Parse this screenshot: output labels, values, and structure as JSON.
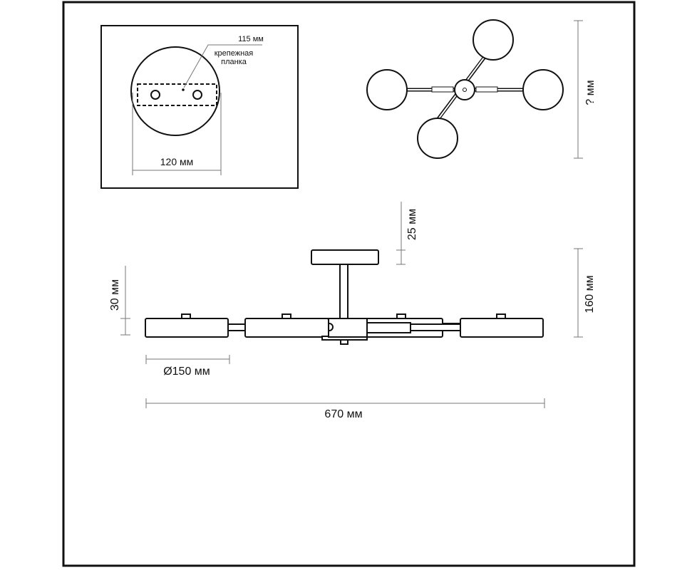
{
  "mount_plate": {
    "plate_label": "115 мм",
    "bracket_label_1": "крепежная",
    "bracket_label_2": "планка",
    "diameter_label": "120 мм"
  },
  "top_view": {
    "width_label": "? мм"
  },
  "side_view": {
    "canopy_height_label": "25 мм",
    "shade_height_label": "30 мм",
    "total_height_label": "160 мм",
    "shade_diameter_label": "Ø150 мм",
    "total_length_label": "670 мм"
  }
}
